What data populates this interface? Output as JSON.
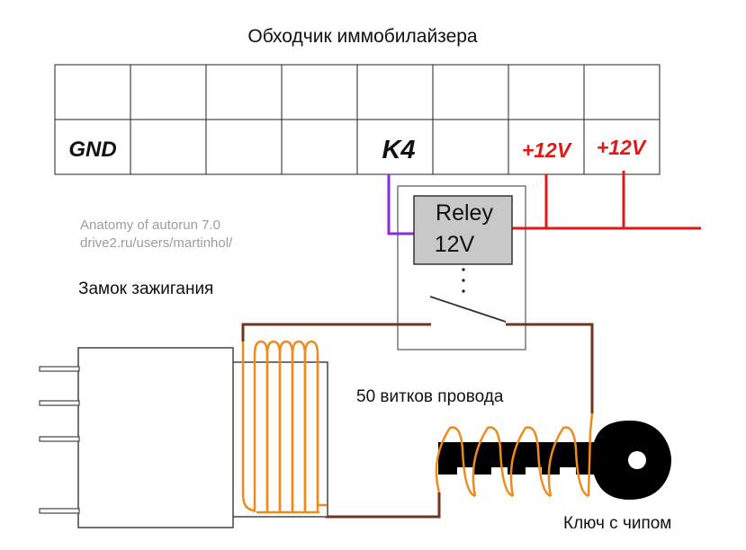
{
  "title": "Обходчик иммобилайзера",
  "connector": {
    "pins": [
      "GND",
      "",
      "",
      "",
      "K4",
      "",
      "+12V",
      "+12V"
    ]
  },
  "relay": {
    "line1": "Reley",
    "line2": "12V"
  },
  "watermark": {
    "line1": "Anatomy of autorun 7.0",
    "line2": "drive2.ru/users/martinhol/"
  },
  "labels": {
    "ignition": "Замок зажигания",
    "coil": "50 витков провода",
    "key": "Ключ с чипом"
  },
  "colors": {
    "power_wire": "#e01818",
    "k4_wire": "#8a2be2",
    "loop_wire": "#6e3524",
    "coil_wire": "#f08a1c",
    "relay_body": "#c8c8c8",
    "key": "#000000"
  }
}
